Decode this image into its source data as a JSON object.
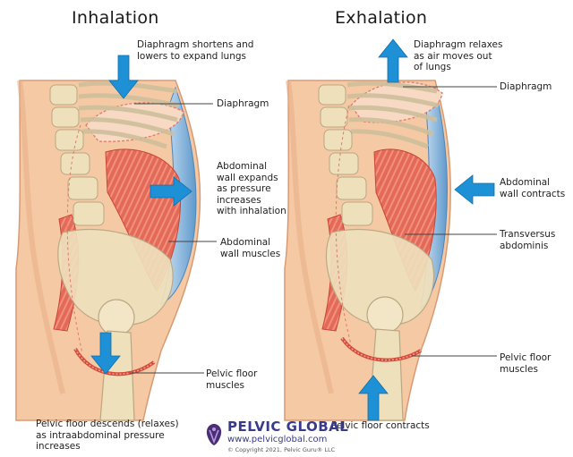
{
  "panels": {
    "inhalation": {
      "title": "Inhalation",
      "labels": {
        "diaphragm_action": [
          "Diaphragm shortens and",
          "lowers to expand lungs"
        ],
        "diaphragm": "Diaphragm",
        "abdominal_wall_action": [
          "Abdominal",
          "wall expands",
          "as pressure",
          "increases",
          "with inhalation"
        ],
        "abdominal_wall_muscles": [
          "Abdominal",
          "wall muscles"
        ],
        "pelvic_floor_muscles": [
          "Pelvic floor",
          "muscles"
        ],
        "pelvic_floor_action": [
          "Pelvic floor descends (relaxes)",
          "as intraabdominal pressure",
          "increases"
        ]
      }
    },
    "exhalation": {
      "title": "Exhalation",
      "labels": {
        "diaphragm_action": [
          "Diaphragm relaxes",
          "as air moves out",
          "of lungs"
        ],
        "diaphragm": "Diaphragm",
        "abdominal_wall_action": [
          "Abdominal",
          "wall contracts"
        ],
        "transversus": [
          "Transversus",
          "abdominis"
        ],
        "pelvic_floor_muscles": [
          "Pelvic floor",
          "muscles"
        ],
        "pelvic_floor_action": "Pelvic floor contracts"
      }
    }
  },
  "brand": {
    "name": "PELVIC GLOBAL",
    "url": "www.pelvicglobal.com",
    "copyright": "© Copyright 2021, Pelvic Guru® LLC"
  },
  "colors": {
    "skin": "#f4c9a4",
    "skin_outline": "#d99a73",
    "muscle": "#e0604e",
    "transversus": "#7fb0d8",
    "bone": "#efe0bc",
    "arrow": "#1e90d6",
    "leader_line": "#444444"
  },
  "icons": [
    "arrow-down-icon",
    "arrow-up-icon",
    "arrow-right-icon",
    "arrow-left-icon",
    "pelvic-global-logo-icon"
  ]
}
